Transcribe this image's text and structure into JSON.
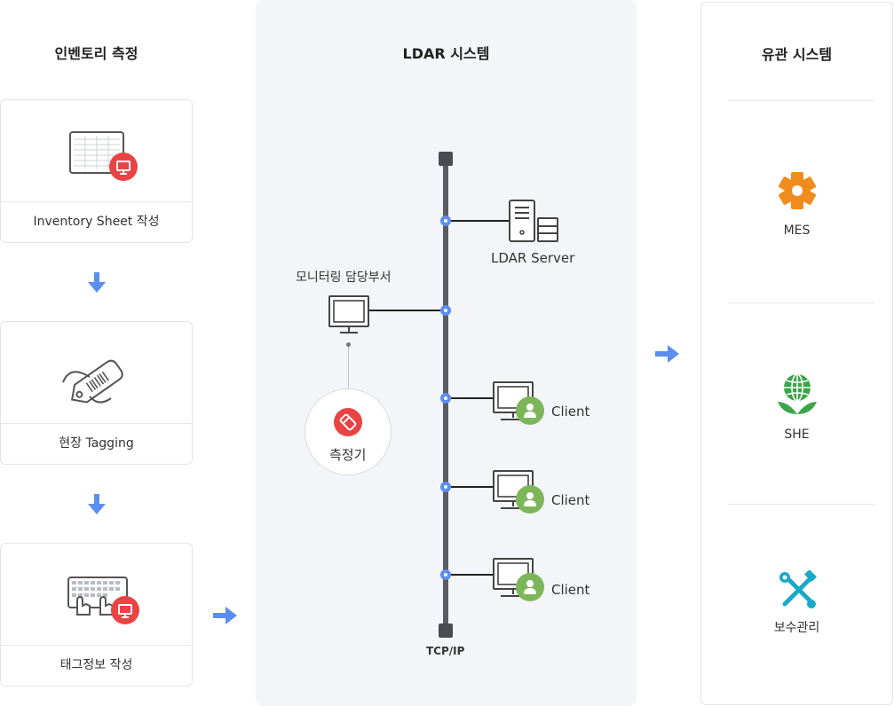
{
  "columns": {
    "inventory": "인벤토리 측정",
    "ldar": "LDAR 시스템",
    "related": "유관 시스템"
  },
  "steps": [
    {
      "label": "Inventory Sheet 작성",
      "icon": "spreadsheet-icon"
    },
    {
      "label": "현장 Tagging",
      "icon": "tag-icon"
    },
    {
      "label": "태그정보 작성",
      "icon": "keyboard-icon"
    }
  ],
  "ldar": {
    "server": "LDAR Server",
    "monitoring": "모니터링 담당부서",
    "meter": "측정기",
    "clients": [
      "Client",
      "Client",
      "Client"
    ],
    "bus": "TCP/IP"
  },
  "systems": [
    {
      "label": "MES",
      "icon": "mes-icon",
      "color": "#f08c1e"
    },
    {
      "label": "SHE",
      "icon": "globe-plant-icon",
      "color": "#3aa648"
    },
    {
      "label": "보수관리",
      "icon": "tools-icon",
      "color": "#19a9c9"
    }
  ],
  "colors": {
    "accent_blue": "#5b8ef0",
    "badge_red": "#e94343",
    "user_green": "#7db65a",
    "panel_bg": "#f4f5f8"
  }
}
